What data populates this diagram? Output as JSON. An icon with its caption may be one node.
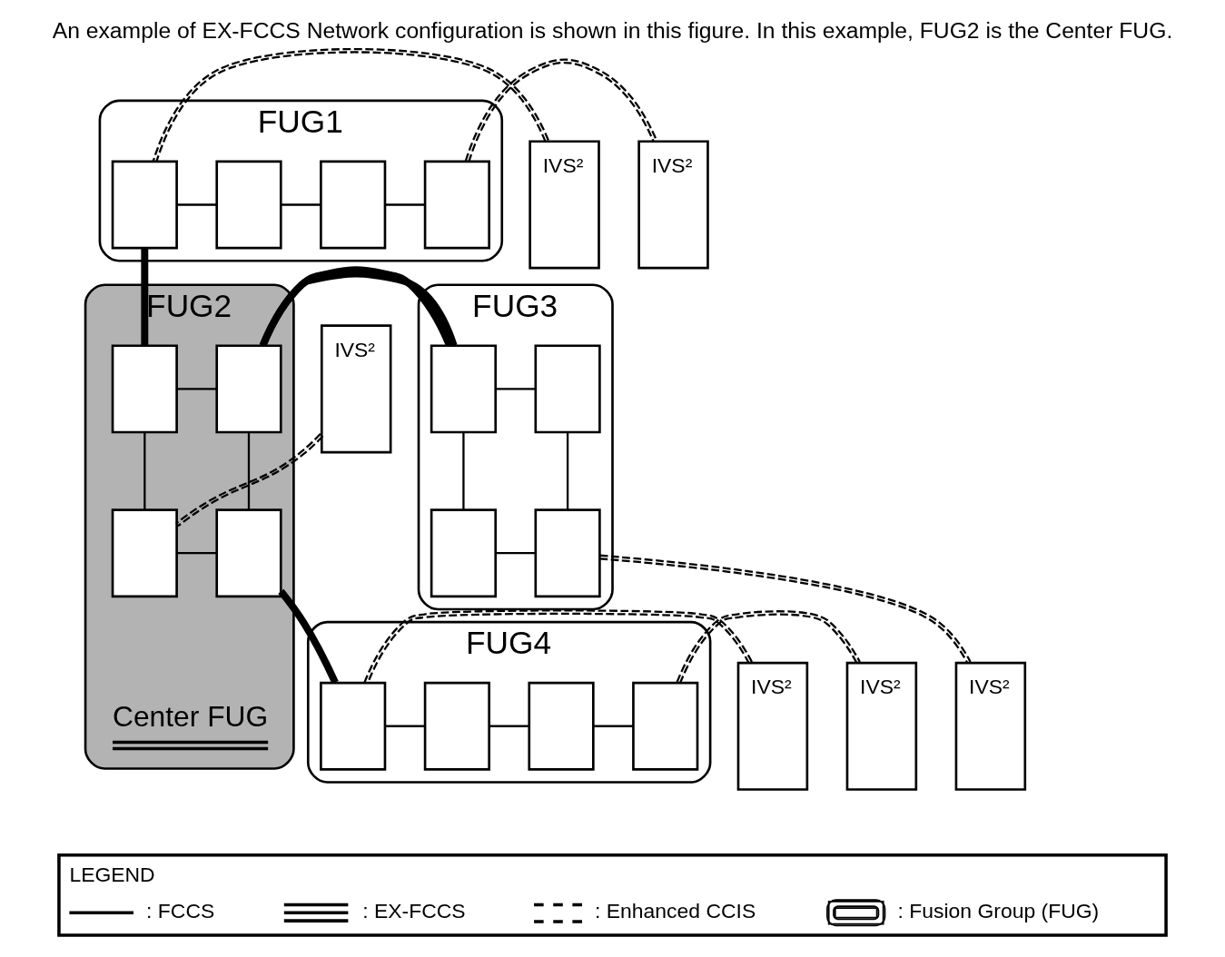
{
  "diagram": {
    "title": "An example of EX-FCCS Network configuration is shown in this figure. In this example, FUG2 is the Center FUG.",
    "nodes": [
      {
        "text": [
          "FUG1"
        ]
      },
      {
        "text": [],
        "shape": "box",
        "in": 0
      },
      {
        "text": [],
        "shape": "box",
        "in": 0
      },
      {
        "text": [],
        "shape": "box",
        "in": 0
      },
      {
        "text": [],
        "shape": "box",
        "in": 0
      },
      {
        "text": [
          "IVS²"
        ]
      },
      {
        "text": [
          "IVS²"
        ]
      },
      {
        "text": [
          "IVS²"
        ]
      },
      {
        "text": [
          "FUG2",
          "Center FUG"
        ]
      },
      {
        "text": [],
        "shape": "box",
        "in": 8
      },
      {
        "text": [],
        "shape": "box",
        "in": 8
      },
      {
        "text": [],
        "shape": "box",
        "in": 8
      },
      {
        "text": [],
        "shape": "box",
        "in": 8
      },
      {
        "text": [
          "FUG3"
        ]
      },
      {
        "text": [],
        "shape": "box",
        "in": 13
      },
      {
        "text": [],
        "shape": "box",
        "in": 13
      },
      {
        "text": [],
        "shape": "box",
        "in": 13
      },
      {
        "text": [],
        "shape": "box",
        "in": 13
      },
      {
        "text": [
          "IVS²"
        ]
      },
      {
        "text": [
          "FUG4"
        ]
      },
      {
        "text": [],
        "shape": "box",
        "in": 19
      },
      {
        "text": [],
        "shape": "box",
        "in": 19
      },
      {
        "text": [],
        "shape": "box",
        "in": 19
      },
      {
        "text": [],
        "shape": "box",
        "in": 19
      },
      {
        "text": [
          "IVS²"
        ]
      },
      {
        "text": [
          "IVS²"
        ]
      }
    ],
    "edges": [
      {
        "from": 5,
        "to": 1,
        "arrow": "none",
        "style": "dashed"
      },
      {
        "from": 1,
        "to": 2,
        "arrow": "none"
      },
      {
        "from": 2,
        "to": 3,
        "arrow": "none"
      },
      {
        "from": 3,
        "to": 4,
        "arrow": "none"
      },
      {
        "from": 4,
        "to": 6,
        "arrow": "none",
        "style": "dashed"
      },
      {
        "from": 1,
        "to": 9,
        "arrow": "none",
        "style": "thick"
      },
      {
        "from": 7,
        "to": 11,
        "arrow": "none",
        "style": "dashed"
      },
      {
        "from": 9,
        "to": 10,
        "arrow": "none"
      },
      {
        "from": 9,
        "to": 11,
        "arrow": "none"
      },
      {
        "from": 10,
        "to": 12,
        "arrow": "none"
      },
      {
        "from": 11,
        "to": 12,
        "arrow": "none"
      },
      {
        "from": 10,
        "to": 14,
        "arrow": "none",
        "style": "thick"
      },
      {
        "from": 14,
        "to": 15,
        "arrow": "none"
      },
      {
        "from": 14,
        "to": 16,
        "arrow": "none"
      },
      {
        "from": 15,
        "to": 17,
        "arrow": "none"
      },
      {
        "from": 16,
        "to": 17,
        "arrow": "none"
      },
      {
        "from": 17,
        "to": 18,
        "arrow": "none",
        "style": "dashed"
      },
      {
        "from": 12,
        "to": 20,
        "arrow": "none",
        "style": "thick"
      },
      {
        "from": 24,
        "to": 20,
        "arrow": "none",
        "style": "dashed"
      },
      {
        "from": 20,
        "to": 21,
        "arrow": "none"
      },
      {
        "from": 21,
        "to": 22,
        "arrow": "none"
      },
      {
        "from": 22,
        "to": 23,
        "arrow": "none"
      },
      {
        "from": 23,
        "to": 25,
        "arrow": "none",
        "style": "dashed"
      }
    ],
    "labels": [
      "LEGEND"
    ],
    "legend": [
      {
        "text": ": FCCS"
      },
      {
        "text": ": EX-FCCS"
      },
      {
        "text": ": Enhanced CCIS"
      },
      {
        "text": ": Fusion Group (FUG)"
      }
    ]
  }
}
